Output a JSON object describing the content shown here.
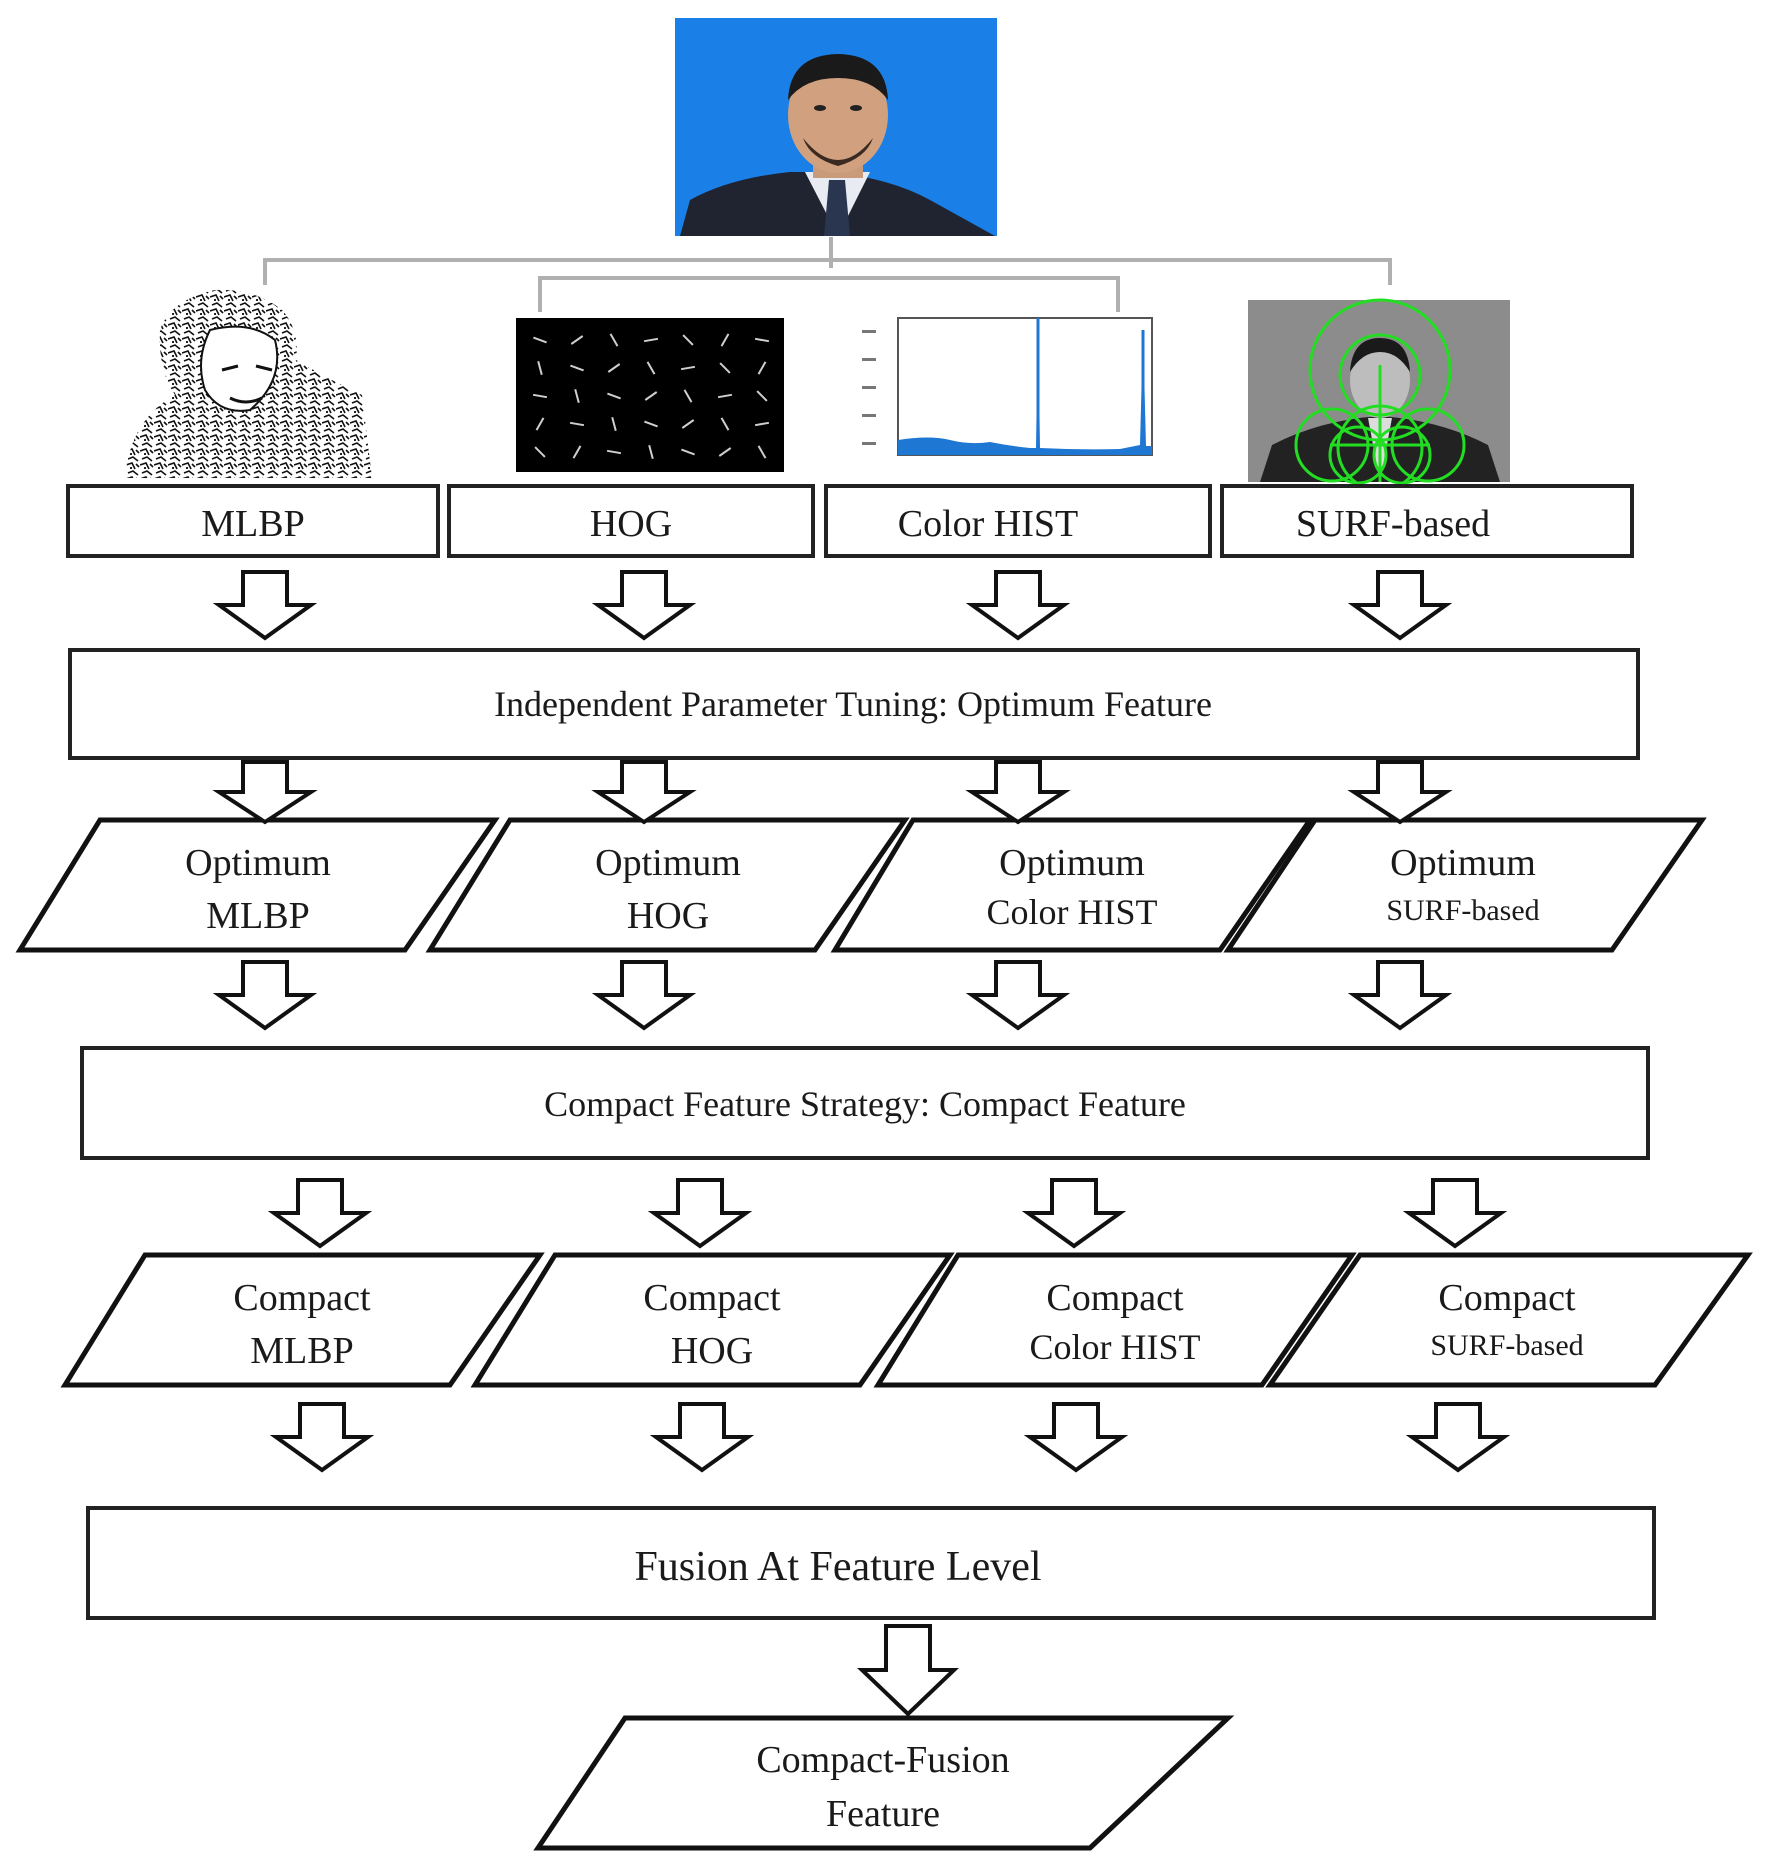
{
  "feature_methods": [
    "MLBP",
    "HOG",
    "Color HIST",
    "SURF-based"
  ],
  "stage1": {
    "label": "Independent Parameter Tuning: Optimum Feature"
  },
  "optimum_outputs": [
    {
      "line1": "Optimum",
      "line2": "MLBP"
    },
    {
      "line1": "Optimum",
      "line2": "HOG"
    },
    {
      "line1": "Optimum",
      "line2": "Color HIST"
    },
    {
      "line1": "Optimum",
      "line2": "SURF-based"
    }
  ],
  "stage2": {
    "label": "Compact Feature Strategy: Compact Feature"
  },
  "compact_outputs": [
    {
      "line1": "Compact",
      "line2": "MLBP"
    },
    {
      "line1": "Compact",
      "line2": "HOG"
    },
    {
      "line1": "Compact",
      "line2": "Color HIST"
    },
    {
      "line1": "Compact",
      "line2": "SURF-based"
    }
  ],
  "stage3": {
    "label": "Fusion At Feature Level"
  },
  "final_output": {
    "line1": "Compact-Fusion",
    "line2": "Feature"
  },
  "colors": {
    "photo_background": "#1a7fe6",
    "surf_keypoints": "#22dd22",
    "histogram_fill": "#1f77d4",
    "bracket": "#b0b0b0"
  }
}
